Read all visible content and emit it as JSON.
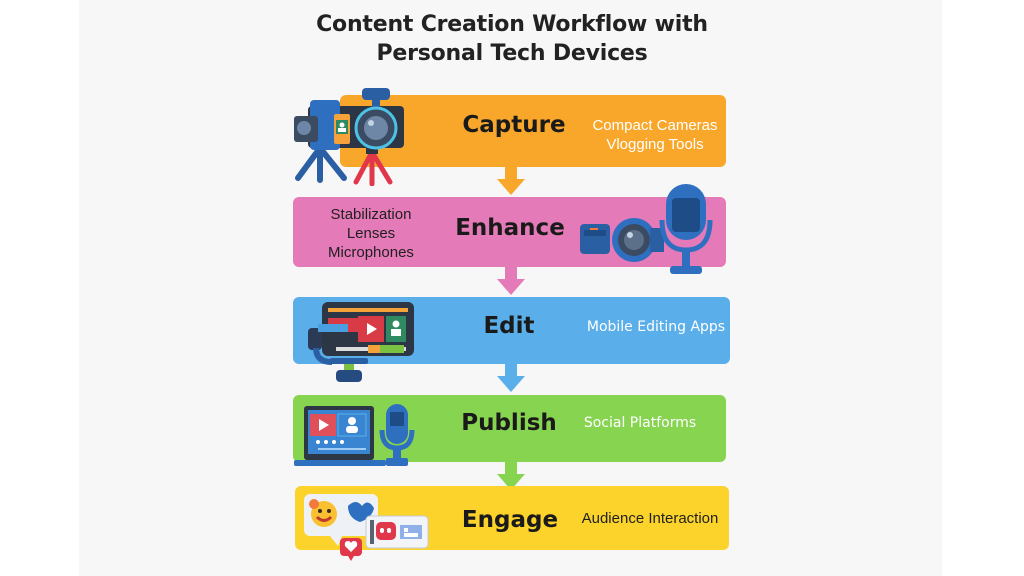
{
  "title": {
    "line1": "Content Creation Workflow with",
    "line2": "Personal Tech Devices"
  },
  "colors": {
    "capture": "#f9a72b",
    "enhance": "#e57ab8",
    "edit": "#5aaeea",
    "publish": "#87d451",
    "engage": "#fbd32b"
  },
  "stages": [
    {
      "name": "Capture",
      "details": [
        "Compact Cameras",
        "Vlogging Tools"
      ],
      "icon": "camera-tripod-icon"
    },
    {
      "name": "Enhance",
      "details": [
        "Stabilization",
        "Lenses",
        "Microphones"
      ],
      "icon": "lens-microphone-icon"
    },
    {
      "name": "Edit",
      "details": [
        "Mobile Editing Apps"
      ],
      "icon": "phone-gimbal-icon"
    },
    {
      "name": "Publish",
      "details": [
        "Social Platforms"
      ],
      "icon": "laptop-microphone-icon"
    },
    {
      "name": "Engage",
      "details": [
        "Audience Interaction"
      ],
      "icon": "chat-reactions-icon"
    }
  ]
}
